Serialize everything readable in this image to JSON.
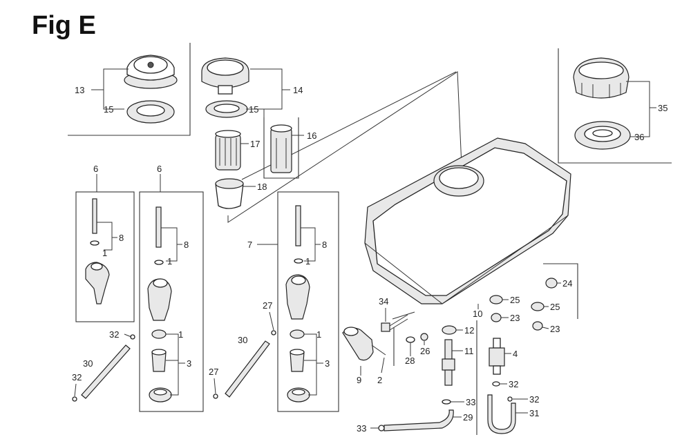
{
  "figure": {
    "title": "Fig E"
  },
  "callouts": {
    "c1a": "1",
    "c1b": "1",
    "c1c": "1",
    "c1d": "1",
    "c1e": "1",
    "c2": "2",
    "c3a": "3",
    "c3b": "3",
    "c4": "4",
    "c6a": "6",
    "c6b": "6",
    "c7": "7",
    "c8a": "8",
    "c8b": "8",
    "c8c": "8",
    "c9": "9",
    "c10": "10",
    "c11": "11",
    "c12": "12",
    "c13": "13",
    "c14": "14",
    "c15a": "15",
    "c15b": "15",
    "c16": "16",
    "c17": "17",
    "c18": "18",
    "c23a": "23",
    "c23b": "23",
    "c24": "24",
    "c25a": "25",
    "c25b": "25",
    "c26": "26",
    "c27a": "27",
    "c27b": "27",
    "c28": "28",
    "c29": "29",
    "c30a": "30",
    "c30b": "30",
    "c31": "31",
    "c32a": "32",
    "c32b": "32",
    "c32c": "32",
    "c32d": "32",
    "c33a": "33",
    "c33b": "33",
    "c34": "34",
    "c35": "35",
    "c36": "36"
  }
}
